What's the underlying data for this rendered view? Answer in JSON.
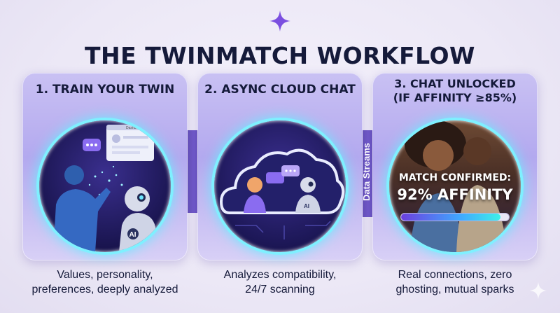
{
  "title": "THE TWINMATCH WORKFLOW",
  "steps": [
    {
      "title": "1. TRAIN YOUR TWIN",
      "caption_line1": "Values, personality,",
      "caption_line2": "preferences, deeply analyzed",
      "window_label": "Dashboard",
      "badge": "AI"
    },
    {
      "title": "2. ASYNC CLOUD CHAT",
      "caption_line1": "Analyzes compatibility,",
      "caption_line2": "24/7 scanning",
      "badge": "AI"
    },
    {
      "title_line1": "3. CHAT UNLOCKED",
      "title_line2": "(IF AFFINITY ≥85%)",
      "caption_line1": "Real connections, zero",
      "caption_line2": "ghosting, mutual sparks",
      "match_line1": "MATCH CONFIRMED:",
      "match_line2": "92% AFFINITY",
      "affinity_fraction": 0.92
    }
  ],
  "connector_label": "Data Streams",
  "colors": {
    "accent_purple": "#7b4fe0",
    "ring_cyan": "#7ff0ff",
    "text_dark": "#151a3a"
  },
  "icons": [
    "sparkle-icon",
    "chat-bubble-icon",
    "robot-icon",
    "cloud-icon",
    "sparkle-corner-icon"
  ]
}
